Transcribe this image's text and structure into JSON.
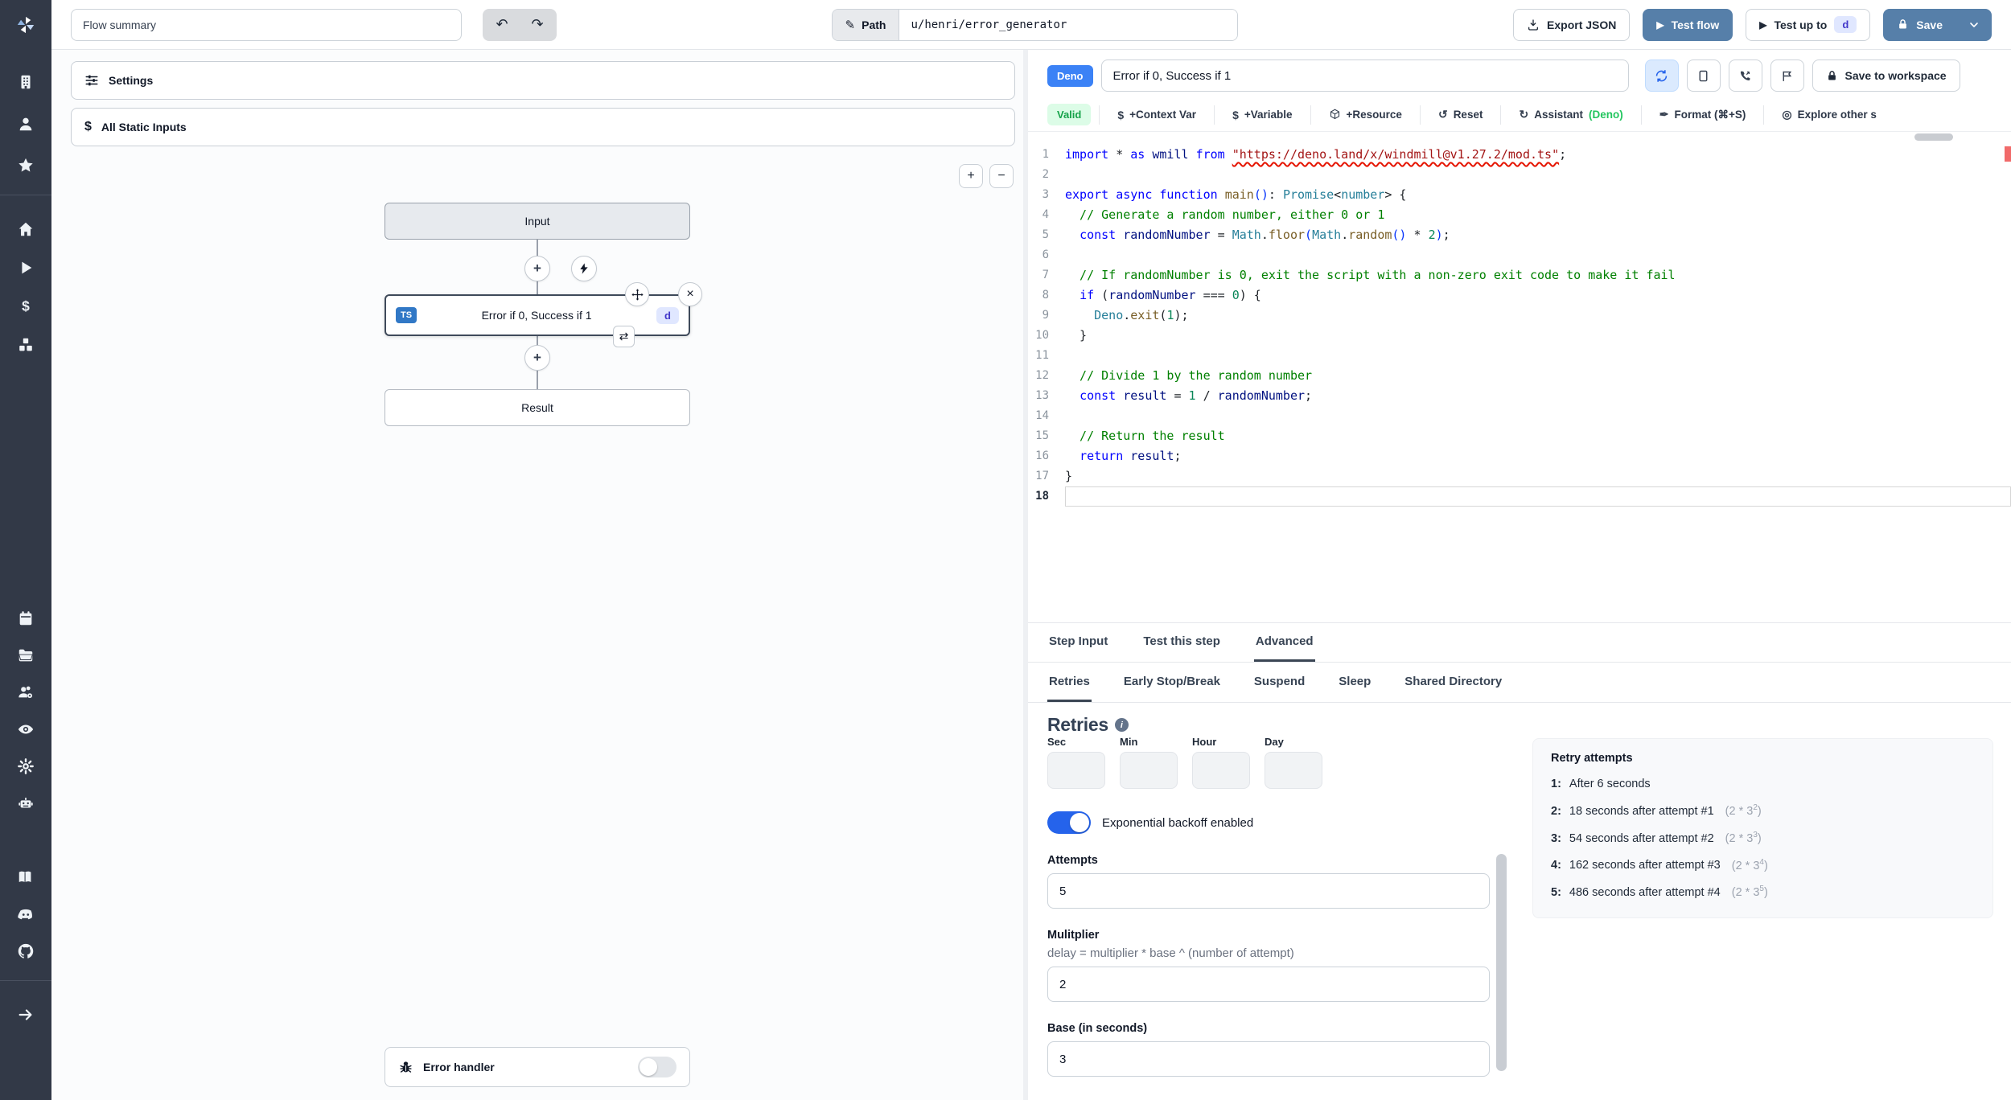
{
  "topbar": {
    "flow_summary_placeholder": "Flow summary",
    "path_label": "Path",
    "path_value": "u/henri/error_generator",
    "export_json_label": "Export JSON",
    "test_flow_label": "Test flow",
    "test_up_to_label": "Test up to",
    "test_up_to_badge": "d",
    "save_label": "Save"
  },
  "sidebar": {
    "groups": [
      [
        "building",
        "user",
        "star"
      ],
      [
        "home",
        "play",
        "dollar",
        "cubes"
      ],
      [
        "calendar",
        "folder",
        "users-cog",
        "eye",
        "gear",
        "robot"
      ],
      [
        "book",
        "discord",
        "github"
      ],
      [
        "arrow-right"
      ]
    ],
    "dividers_after": [
      0,
      3
    ]
  },
  "flow": {
    "settings_label": "Settings",
    "all_static_inputs_label": "All Static Inputs",
    "zoom_in": "+",
    "zoom_out": "−",
    "input_node": "Input",
    "step_node": {
      "lang": "TS",
      "label": "Error if 0, Success if 1",
      "id": "d"
    },
    "result_node": "Result",
    "error_handler_label": "Error handler"
  },
  "editor": {
    "lang_badge": "Deno",
    "title": "Error if 0, Success if 1",
    "save_to_workspace_label": "Save to workspace",
    "validity": "Valid",
    "toolbar": [
      {
        "icon": "dollar",
        "label": "+Context Var"
      },
      {
        "icon": "dollar",
        "label": "+Variable"
      },
      {
        "icon": "cube",
        "label": "+Resource"
      },
      {
        "icon": "undo",
        "label": "Reset"
      },
      {
        "icon": "refresh",
        "label": "Assistant",
        "suffix": "(Deno)"
      },
      {
        "icon": "pen",
        "label": "Format (⌘+S)"
      },
      {
        "icon": "compass",
        "label": "Explore other s"
      }
    ],
    "active_line": 18,
    "lines": [
      [
        [
          "kw",
          "import"
        ],
        [
          "pl",
          " * "
        ],
        [
          "kw",
          "as"
        ],
        [
          "pl",
          " "
        ],
        [
          "var",
          "wmill"
        ],
        [
          "pl",
          " "
        ],
        [
          "kw",
          "from"
        ],
        [
          "pl",
          " "
        ],
        [
          "sq",
          "\"https://deno.land/x/windmill@v1.27.2/mod.ts\""
        ],
        [
          "pl",
          ";"
        ]
      ],
      [],
      [
        [
          "kw",
          "export"
        ],
        [
          "pl",
          " "
        ],
        [
          "kw",
          "async"
        ],
        [
          "pl",
          " "
        ],
        [
          "kw",
          "function"
        ],
        [
          "pl",
          " "
        ],
        [
          "fn",
          "main"
        ],
        [
          "br",
          "()"
        ],
        [
          "pl",
          ": "
        ],
        [
          "type",
          "Promise"
        ],
        [
          "pl",
          "<"
        ],
        [
          "type",
          "number"
        ],
        [
          "pl",
          "> {"
        ]
      ],
      [
        [
          "cm",
          "  // Generate a random number, either 0 or 1"
        ]
      ],
      [
        [
          "pl",
          "  "
        ],
        [
          "kw",
          "const"
        ],
        [
          "pl",
          " "
        ],
        [
          "var",
          "randomNumber"
        ],
        [
          "pl",
          " = "
        ],
        [
          "type",
          "Math"
        ],
        [
          "pl",
          "."
        ],
        [
          "fn",
          "floor"
        ],
        [
          "br",
          "("
        ],
        [
          "type",
          "Math"
        ],
        [
          "pl",
          "."
        ],
        [
          "fn",
          "random"
        ],
        [
          "br",
          "()"
        ],
        [
          "pl",
          " * "
        ],
        [
          "num",
          "2"
        ],
        [
          "br",
          ")"
        ],
        [
          "pl",
          ";"
        ]
      ],
      [],
      [
        [
          "cm",
          "  // If randomNumber is 0, exit the script with a non-zero exit code to make it fail"
        ]
      ],
      [
        [
          "pl",
          "  "
        ],
        [
          "kw",
          "if"
        ],
        [
          "pl",
          " ("
        ],
        [
          "var",
          "randomNumber"
        ],
        [
          "pl",
          " === "
        ],
        [
          "num",
          "0"
        ],
        [
          "pl",
          ") {"
        ]
      ],
      [
        [
          "pl",
          "    "
        ],
        [
          "type",
          "Deno"
        ],
        [
          "pl",
          "."
        ],
        [
          "fn",
          "exit"
        ],
        [
          "pl",
          "("
        ],
        [
          "num",
          "1"
        ],
        [
          "pl",
          ");"
        ]
      ],
      [
        [
          "pl",
          "  }"
        ]
      ],
      [],
      [
        [
          "cm",
          "  // Divide 1 by the random number"
        ]
      ],
      [
        [
          "pl",
          "  "
        ],
        [
          "kw",
          "const"
        ],
        [
          "pl",
          " "
        ],
        [
          "var",
          "result"
        ],
        [
          "pl",
          " = "
        ],
        [
          "num",
          "1"
        ],
        [
          "pl",
          " / "
        ],
        [
          "var",
          "randomNumber"
        ],
        [
          "pl",
          ";"
        ]
      ],
      [],
      [
        [
          "cm",
          "  // Return the result"
        ]
      ],
      [
        [
          "pl",
          "  "
        ],
        [
          "kw",
          "return"
        ],
        [
          "pl",
          " "
        ],
        [
          "var",
          "result"
        ],
        [
          "pl",
          ";"
        ]
      ],
      [
        [
          "pl",
          "}"
        ]
      ],
      []
    ]
  },
  "panel": {
    "tabs": [
      "Step Input",
      "Test this step",
      "Advanced"
    ],
    "active_tab": "Advanced",
    "subtabs": [
      "Retries",
      "Early Stop/Break",
      "Suspend",
      "Sleep",
      "Shared Directory"
    ],
    "active_subtab": "Retries",
    "retries": {
      "heading": "Retries",
      "time_labels": [
        "Sec",
        "Min",
        "Hour",
        "Day"
      ],
      "backoff_toggle_label": "Exponential backoff enabled",
      "backoff_enabled": true,
      "attempts_label": "Attempts",
      "attempts_value": "5",
      "multiplier_label": "Mulitplier",
      "multiplier_desc": "delay = multiplier * base ^ (number of attempt)",
      "multiplier_value": "2",
      "base_label": "Base (in seconds)",
      "base_value": "3"
    },
    "retry_attempts": {
      "title": "Retry attempts",
      "items": [
        {
          "n": "1:",
          "text": "After 6 seconds",
          "f_pre": "",
          "f_sup": "",
          "f_post": ""
        },
        {
          "n": "2:",
          "text": "18 seconds after attempt #1",
          "f_pre": "(2 * 3",
          "f_sup": "2",
          "f_post": ")"
        },
        {
          "n": "3:",
          "text": "54 seconds after attempt #2",
          "f_pre": "(2 * 3",
          "f_sup": "3",
          "f_post": ")"
        },
        {
          "n": "4:",
          "text": "162 seconds after attempt #3",
          "f_pre": "(2 * 3",
          "f_sup": "4",
          "f_post": ")"
        },
        {
          "n": "5:",
          "text": "486 seconds after attempt #4",
          "f_pre": "(2 * 3",
          "f_sup": "5",
          "f_post": ")"
        }
      ]
    }
  },
  "colors": {
    "sidebar_bg": "#323947",
    "accent_button_blue": "#567fa9",
    "deno_badge_blue": "#3b82f6",
    "valid_green_bg": "#dcfce7",
    "valid_green_text": "#16a34a",
    "assistant_green": "#22c55e",
    "toggle_on_blue": "#2563eb",
    "ts_badge_blue": "#3178c6",
    "id_badge_bg": "#e0e7ff",
    "id_badge_text": "#4338ca",
    "error_red": "#f16a6a"
  }
}
